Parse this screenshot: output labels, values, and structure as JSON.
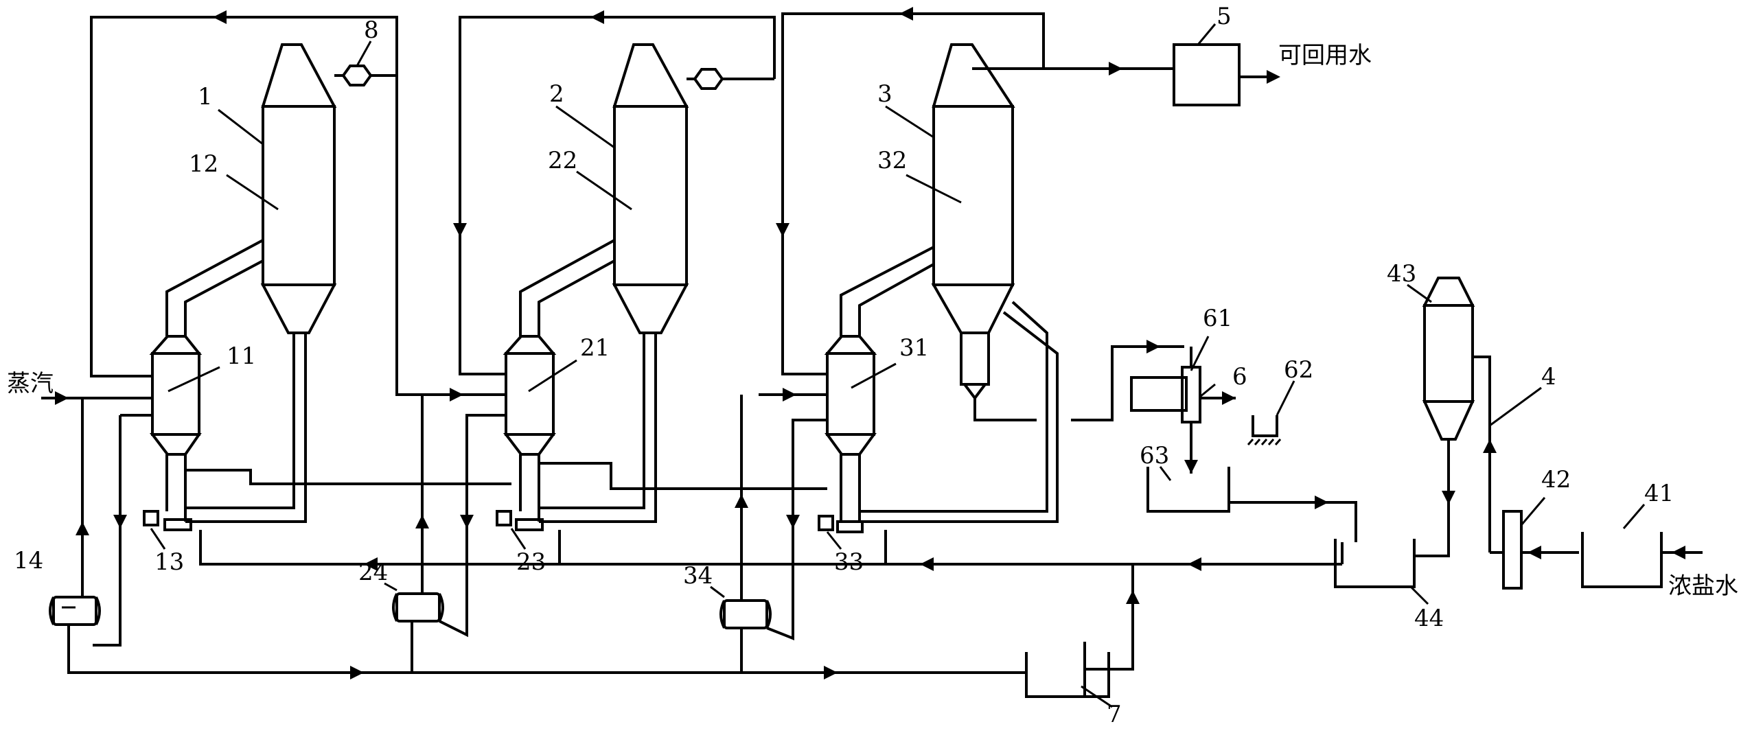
{
  "labels": {
    "n1": "1",
    "n2": "2",
    "n3": "3",
    "n4": "4",
    "n5": "5",
    "n6": "6",
    "n7": "7",
    "n8": "8",
    "n11": "11",
    "n12": "12",
    "n13": "13",
    "n14": "14",
    "n21": "21",
    "n22": "22",
    "n23": "23",
    "n24": "24",
    "n31": "31",
    "n32": "32",
    "n33": "33",
    "n34": "34",
    "n41": "41",
    "n42": "42",
    "n43": "43",
    "n44": "44",
    "n61": "61",
    "n62": "62",
    "n63": "63"
  },
  "text": {
    "steam": "蒸汽",
    "reusable_water": "可回用水",
    "concentrated_brine": "浓盐水"
  }
}
